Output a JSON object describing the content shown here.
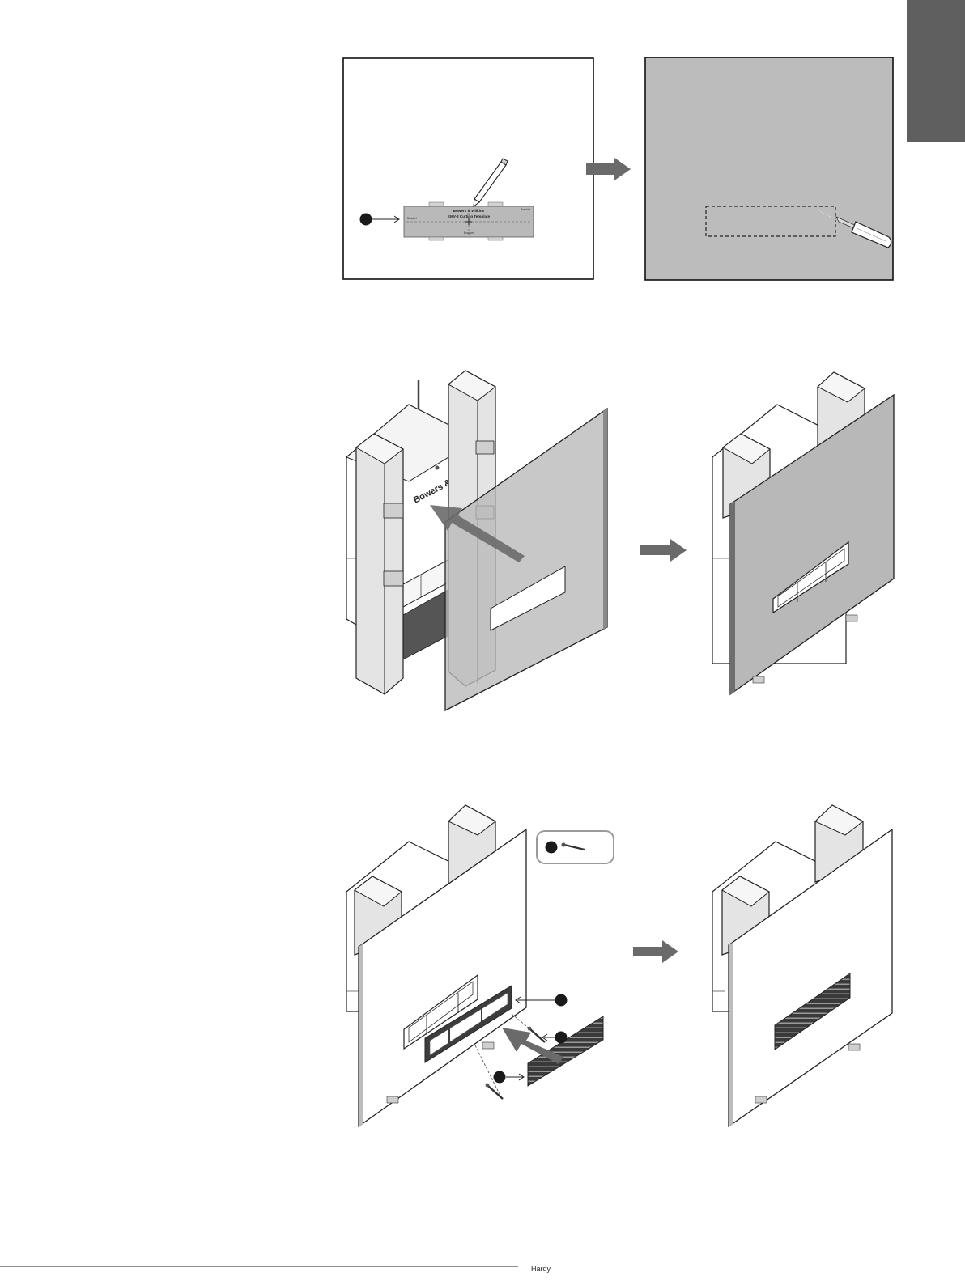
{
  "colors": {
    "tab": "#5f5f5f",
    "wall": "#bcbcbc",
    "panel_dark": "#6e6e6e",
    "stud": "#e4e4e4",
    "arrow": "#6a6a6a",
    "callout": "#1a1a1a"
  },
  "icons": [
    "pencil-icon",
    "drywall-saw-icon",
    "screw-icon",
    "arrow-right-icon"
  ],
  "template": {
    "brand": "Bowers & Wilkins",
    "title": "EMV-2 Cutting Template",
    "side_left": "Bracket",
    "side_right": "Bracket",
    "bottom": "Bracket"
  },
  "product": {
    "brand": "Bowers & Wilkins"
  },
  "footer": {
    "text": "Hardy"
  }
}
